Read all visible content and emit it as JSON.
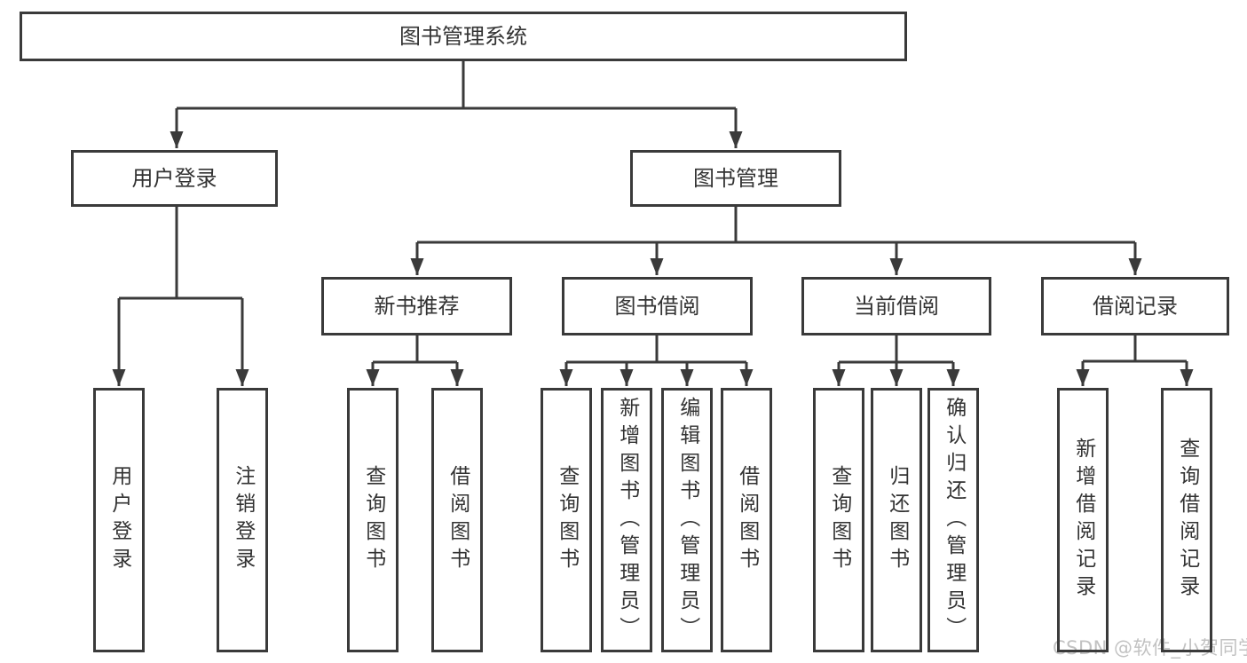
{
  "diagram": {
    "root": {
      "label": "图书管理系统"
    },
    "user_login": {
      "label": "用户登录",
      "children": [
        {
          "label": "用户登录"
        },
        {
          "label": "注销登录"
        }
      ]
    },
    "book_mgmt": {
      "label": "图书管理",
      "sections": [
        {
          "label": "新书推荐",
          "children": [
            {
              "label": "查询图书"
            },
            {
              "label": "借阅图书"
            }
          ]
        },
        {
          "label": "图书借阅",
          "children": [
            {
              "label": "查询图书"
            },
            {
              "label": "新增图书（管理员）"
            },
            {
              "label": "编辑图书（管理员）"
            },
            {
              "label": "借阅图书"
            }
          ]
        },
        {
          "label": "当前借阅",
          "children": [
            {
              "label": "查询图书"
            },
            {
              "label": "归还图书"
            },
            {
              "label": "确认归还（管理员）"
            }
          ]
        },
        {
          "label": "借阅记录",
          "children": [
            {
              "label": "新增借阅记录"
            },
            {
              "label": "查询借阅记录"
            }
          ]
        }
      ]
    }
  },
  "watermark": "CSDN @软件_小贺同学",
  "colors": {
    "line": "#3a3a3a",
    "text": "#333333",
    "watermark": "#c2c2c2",
    "background": "#ffffff"
  }
}
